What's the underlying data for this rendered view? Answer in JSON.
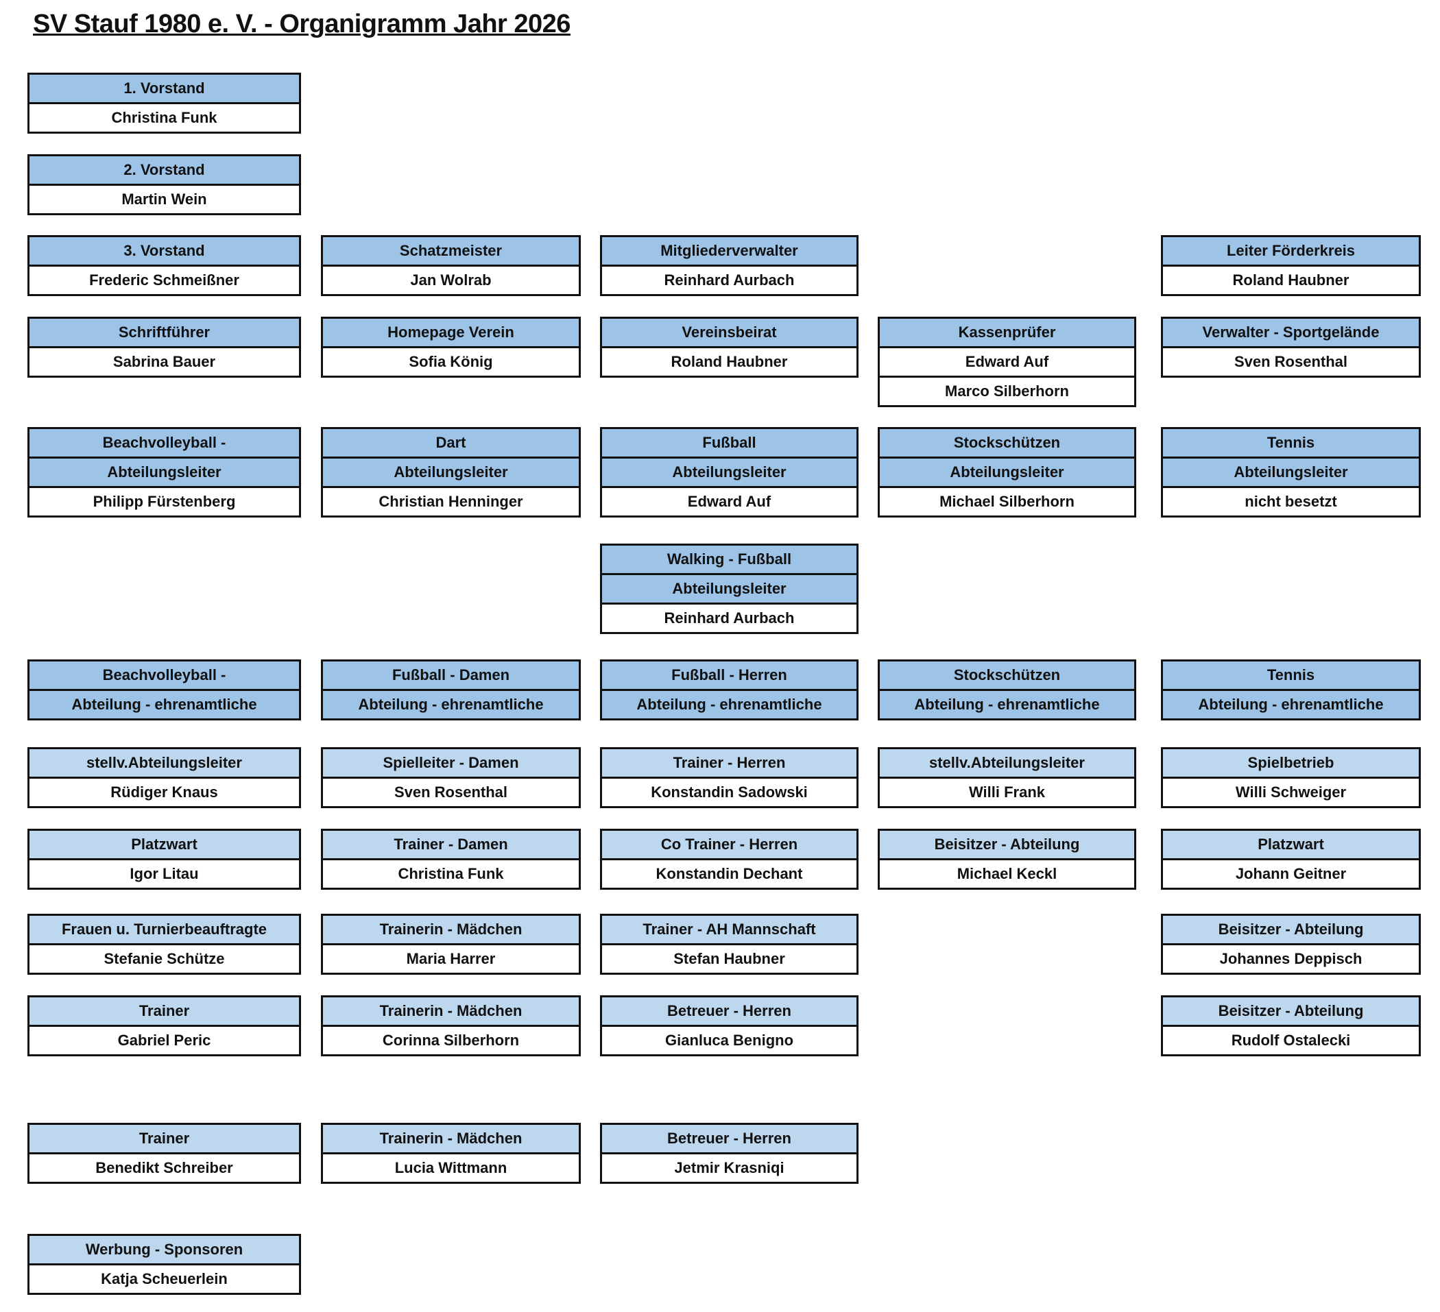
{
  "title": "SV Stauf 1980 e. V. -  Organigramm  Jahr 2026",
  "colors": {
    "header_dark": "#9DC3E6",
    "header_light": "#BDD7EE",
    "border": "#111111"
  },
  "rows": [
    {
      "tone": "dark",
      "cells": [
        {
          "headers": [
            "1. Vorstand"
          ],
          "names": [
            "Christina Funk"
          ]
        },
        null,
        null,
        null,
        null
      ]
    },
    {
      "tone": "dark",
      "cells": [
        {
          "headers": [
            "2. Vorstand"
          ],
          "names": [
            "Martin Wein"
          ]
        },
        null,
        null,
        null,
        null
      ]
    },
    {
      "tone": "dark",
      "cells": [
        {
          "headers": [
            "3. Vorstand"
          ],
          "names": [
            "Frederic Schmeißner"
          ]
        },
        {
          "headers": [
            "Schatzmeister"
          ],
          "names": [
            "Jan Wolrab"
          ]
        },
        {
          "headers": [
            "Mitgliederverwalter"
          ],
          "names": [
            "Reinhard Aurbach"
          ]
        },
        null,
        {
          "headers": [
            "Leiter Förderkreis"
          ],
          "names": [
            "Roland Haubner"
          ]
        }
      ]
    },
    {
      "tone": "dark",
      "cells": [
        {
          "headers": [
            "Schriftführer"
          ],
          "names": [
            "Sabrina Bauer"
          ]
        },
        {
          "headers": [
            "Homepage Verein"
          ],
          "names": [
            "Sofia König"
          ]
        },
        {
          "headers": [
            "Vereinsbeirat"
          ],
          "names": [
            "Roland Haubner"
          ]
        },
        {
          "headers": [
            "Kassenprüfer"
          ],
          "names": [
            "Edward Auf",
            "Marco Silberhorn"
          ]
        },
        {
          "headers": [
            "Verwalter - Sportgelände"
          ],
          "names": [
            "Sven Rosenthal"
          ]
        }
      ]
    },
    {
      "tone": "dark",
      "cells": [
        {
          "headers": [
            "Beachvolleyball -",
            "Abteilungsleiter"
          ],
          "names": [
            "Philipp Fürstenberg"
          ]
        },
        {
          "headers": [
            "Dart",
            "Abteilungsleiter"
          ],
          "names": [
            "Christian Henninger"
          ]
        },
        {
          "headers": [
            "Fußball",
            "Abteilungsleiter"
          ],
          "names": [
            "Edward Auf"
          ]
        },
        {
          "headers": [
            "Stockschützen",
            "Abteilungsleiter"
          ],
          "names": [
            "Michael Silberhorn"
          ]
        },
        {
          "headers": [
            "Tennis",
            "Abteilungsleiter"
          ],
          "names": [
            "nicht besetzt"
          ]
        }
      ]
    },
    {
      "tone": "dark",
      "cells": [
        null,
        null,
        {
          "headers": [
            "Walking - Fußball",
            "Abteilungsleiter"
          ],
          "names": [
            "Reinhard Aurbach"
          ]
        },
        null,
        null
      ]
    },
    {
      "tone": "dark",
      "cells": [
        {
          "headers": [
            "Beachvolleyball -",
            "Abteilung - ehrenamtliche"
          ],
          "names": []
        },
        {
          "headers": [
            "Fußball - Damen",
            "Abteilung - ehrenamtliche"
          ],
          "names": []
        },
        {
          "headers": [
            "Fußball - Herren",
            "Abteilung - ehrenamtliche"
          ],
          "names": []
        },
        {
          "headers": [
            "Stockschützen",
            "Abteilung - ehrenamtliche"
          ],
          "names": []
        },
        {
          "headers": [
            "Tennis",
            "Abteilung - ehrenamtliche"
          ],
          "names": []
        }
      ]
    },
    {
      "tone": "light",
      "cells": [
        {
          "headers": [
            "stellv.Abteilungsleiter"
          ],
          "names": [
            "Rüdiger Knaus"
          ]
        },
        {
          "headers": [
            "Spielleiter - Damen"
          ],
          "names": [
            "Sven Rosenthal"
          ]
        },
        {
          "headers": [
            "Trainer - Herren"
          ],
          "names": [
            "Konstandin Sadowski"
          ]
        },
        {
          "headers": [
            "stellv.Abteilungsleiter"
          ],
          "names": [
            "Willi Frank"
          ]
        },
        {
          "headers": [
            "Spielbetrieb"
          ],
          "names": [
            "Willi Schweiger"
          ]
        }
      ]
    },
    {
      "tone": "light",
      "cells": [
        {
          "headers": [
            "Platzwart"
          ],
          "names": [
            "Igor Litau"
          ]
        },
        {
          "headers": [
            "Trainer - Damen"
          ],
          "names": [
            "Christina Funk"
          ]
        },
        {
          "headers": [
            "Co Trainer - Herren"
          ],
          "names": [
            "Konstandin Dechant"
          ]
        },
        {
          "headers": [
            "Beisitzer - Abteilung"
          ],
          "names": [
            "Michael Keckl"
          ]
        },
        {
          "headers": [
            "Platzwart"
          ],
          "names": [
            "Johann Geitner"
          ]
        }
      ]
    },
    {
      "tone": "light",
      "cells": [
        {
          "headers": [
            "Frauen u. Turnierbeauftragte"
          ],
          "names": [
            "Stefanie Schütze"
          ]
        },
        {
          "headers": [
            "Trainerin - Mädchen"
          ],
          "names": [
            "Maria Harrer"
          ]
        },
        {
          "headers": [
            "Trainer - AH Mannschaft"
          ],
          "names": [
            "Stefan Haubner"
          ]
        },
        null,
        {
          "headers": [
            "Beisitzer - Abteilung"
          ],
          "names": [
            "Johannes Deppisch"
          ]
        }
      ]
    },
    {
      "tone": "light",
      "cells": [
        {
          "headers": [
            "Trainer"
          ],
          "names": [
            "Gabriel Peric"
          ]
        },
        {
          "headers": [
            "Trainerin - Mädchen"
          ],
          "names": [
            "Corinna Silberhorn"
          ]
        },
        {
          "headers": [
            "Betreuer - Herren"
          ],
          "names": [
            "Gianluca Benigno"
          ]
        },
        null,
        {
          "headers": [
            "Beisitzer - Abteilung"
          ],
          "names": [
            "Rudolf Ostalecki"
          ]
        }
      ]
    },
    {
      "tone": "light",
      "cells": [
        {
          "headers": [
            "Trainer"
          ],
          "names": [
            "Benedikt Schreiber"
          ]
        },
        {
          "headers": [
            "Trainerin - Mädchen"
          ],
          "names": [
            "Lucia Wittmann"
          ]
        },
        {
          "headers": [
            "Betreuer - Herren"
          ],
          "names": [
            "Jetmir Krasniqi"
          ]
        },
        null,
        null
      ]
    },
    {
      "tone": "light",
      "cells": [
        {
          "headers": [
            "Werbung - Sponsoren"
          ],
          "names": [
            "Katja Scheuerlein"
          ]
        },
        null,
        null,
        null,
        null
      ]
    }
  ]
}
